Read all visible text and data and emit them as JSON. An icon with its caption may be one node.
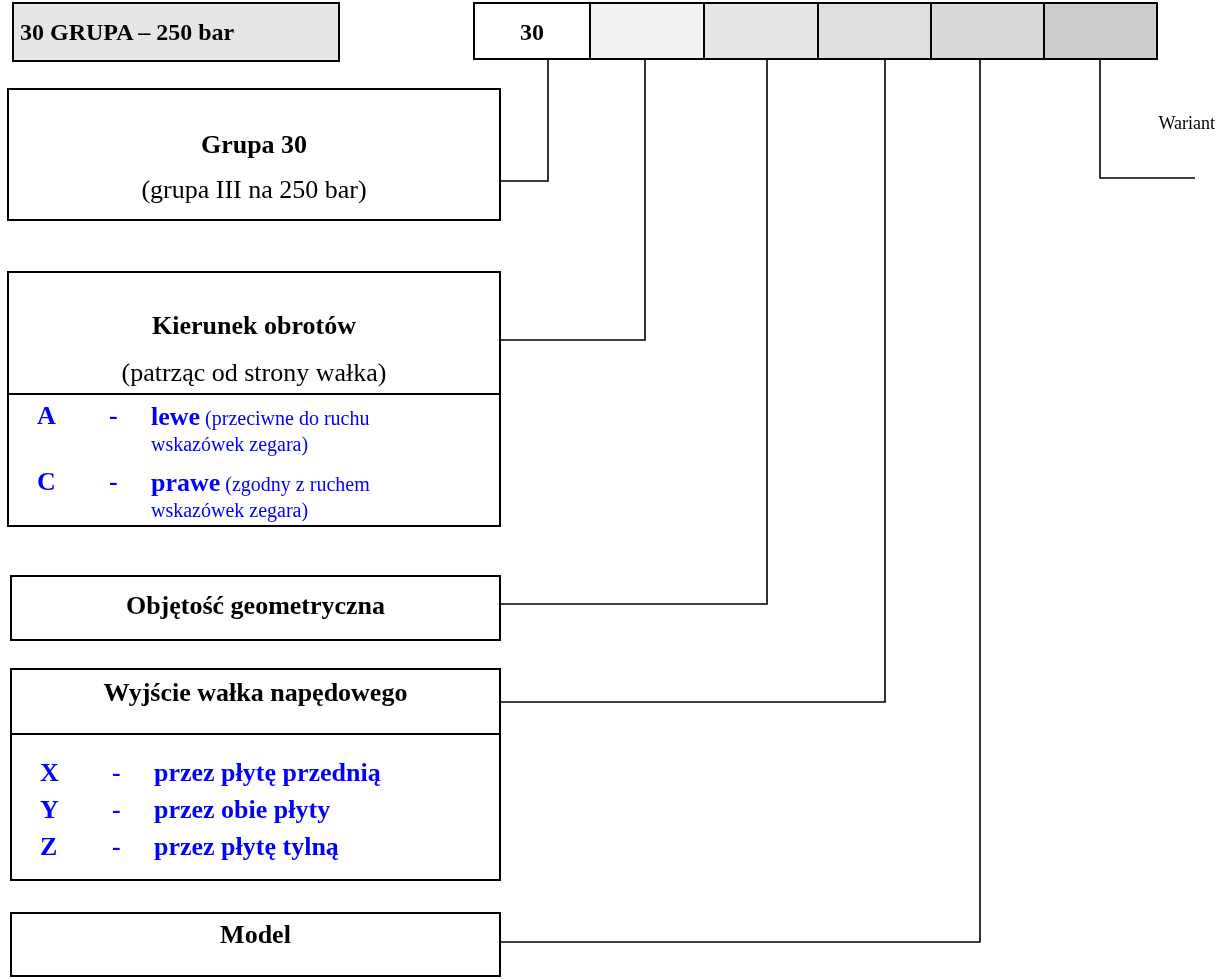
{
  "diagram": {
    "nodes": [
      {
        "text": [
          "30 GRUPA – 250 bar"
        ]
      },
      {
        "text": [
          "30"
        ]
      },
      {
        "text": [],
        "shape": "box"
      },
      {
        "text": [],
        "shape": "box"
      },
      {
        "text": [],
        "shape": "box"
      },
      {
        "text": [],
        "shape": "box"
      },
      {
        "text": [],
        "shape": "box"
      },
      {
        "text": [
          "Grupa 30",
          "(grupa III na 250 bar)"
        ]
      },
      {
        "text": [
          "Kierunek obrotów",
          "(patrząc od strony wałka)",
          "A",
          "-",
          "**lewe** (przeciwne do ruchu wskazówek zegara)",
          "C",
          "-",
          "**prawe** (zgodny z ruchem wskazówek zegara)"
        ]
      },
      {
        "text": [
          "Objętość geometryczna"
        ]
      },
      {
        "text": [
          "Wyjście wałka napędowego",
          "X",
          "-",
          "przez płytę przednią",
          "Y",
          "-",
          "przez obie płyty",
          "Z",
          "-",
          "przez płytę tylną"
        ]
      },
      {
        "text": [
          "Model"
        ]
      },
      {
        "text": [
          "Wariant"
        ]
      }
    ],
    "edges": [
      {
        "from": 1,
        "to": 7,
        "arrow": "none"
      },
      {
        "from": 2,
        "to": 8,
        "arrow": "none"
      },
      {
        "from": 3,
        "to": 9,
        "arrow": "none"
      },
      {
        "from": 4,
        "to": 10,
        "arrow": "none"
      },
      {
        "from": 5,
        "to": 11,
        "arrow": "none"
      },
      {
        "from": 6,
        "to": 12,
        "arrow": "none"
      }
    ]
  }
}
